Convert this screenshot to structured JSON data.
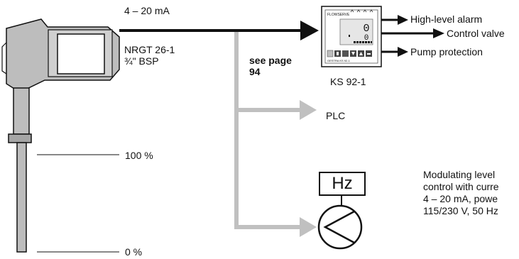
{
  "signal_label": "4 – 20 mA",
  "probe": {
    "model": "NRGT 26-1",
    "thread": "¾\" BSP"
  },
  "see_page": {
    "line1": "see page",
    "line2": "94"
  },
  "controller": {
    "name": "KS 92-1",
    "brand": "FLOWSERVE",
    "display_digit": "0",
    "front_label": "GESTRA KS 92-1"
  },
  "outputs": {
    "high_alarm": "High-level alarm",
    "control_valve": "Control valve",
    "pump_protection": "Pump protection"
  },
  "plc": "PLC",
  "scale": {
    "top": "100 %",
    "bottom": "0 %"
  },
  "frequency_box": "Hz",
  "description": [
    "Modulating level",
    "control with curre",
    "4 – 20 mA, powe",
    "115/230 V, 50 Hz"
  ],
  "colors": {
    "ink": "#111111",
    "probe_gray": "#bdbdbd",
    "line_gray": "#c0c0c0",
    "panel_gray": "#e6e6e6"
  }
}
